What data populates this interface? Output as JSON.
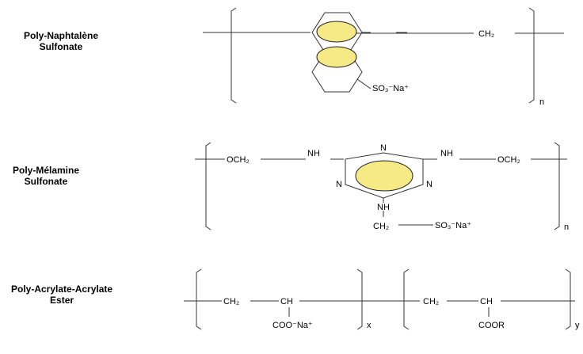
{
  "colors": {
    "ring_fill": "#f6ea86",
    "ring_stroke": "#222222",
    "line": "#333333"
  },
  "polymers": [
    {
      "name_line1": "Poly-Naphtalène",
      "name_line2": "Sulfonate",
      "labels": {
        "ch2": "CH₂",
        "so3": "SO₃⁻Na⁺",
        "n": "n"
      }
    },
    {
      "name_line1": "Poly-Mélamine",
      "name_line2": "Sulfonate",
      "labels": {
        "och2_left": "OCH₂",
        "nh_left": "NH",
        "n_top": "N",
        "nh_right": "NH",
        "och2_right": "OCH₂",
        "n_left": "N",
        "n_right": "N",
        "nh_bottom": "NH",
        "ch2_bottom": "CH₂",
        "so3": "SO₃⁻Na⁺",
        "n": "n"
      }
    },
    {
      "name_line1": "Poly-Acrylate-Acrylate",
      "name_line2": "Ester",
      "labels": {
        "ch2_a": "CH₂",
        "ch_a": "CH",
        "coo_na": "COO⁻Na⁺",
        "x": "x",
        "ch2_b": "CH₂",
        "ch_b": "CH",
        "coor": "COOR",
        "y": "y"
      }
    }
  ]
}
